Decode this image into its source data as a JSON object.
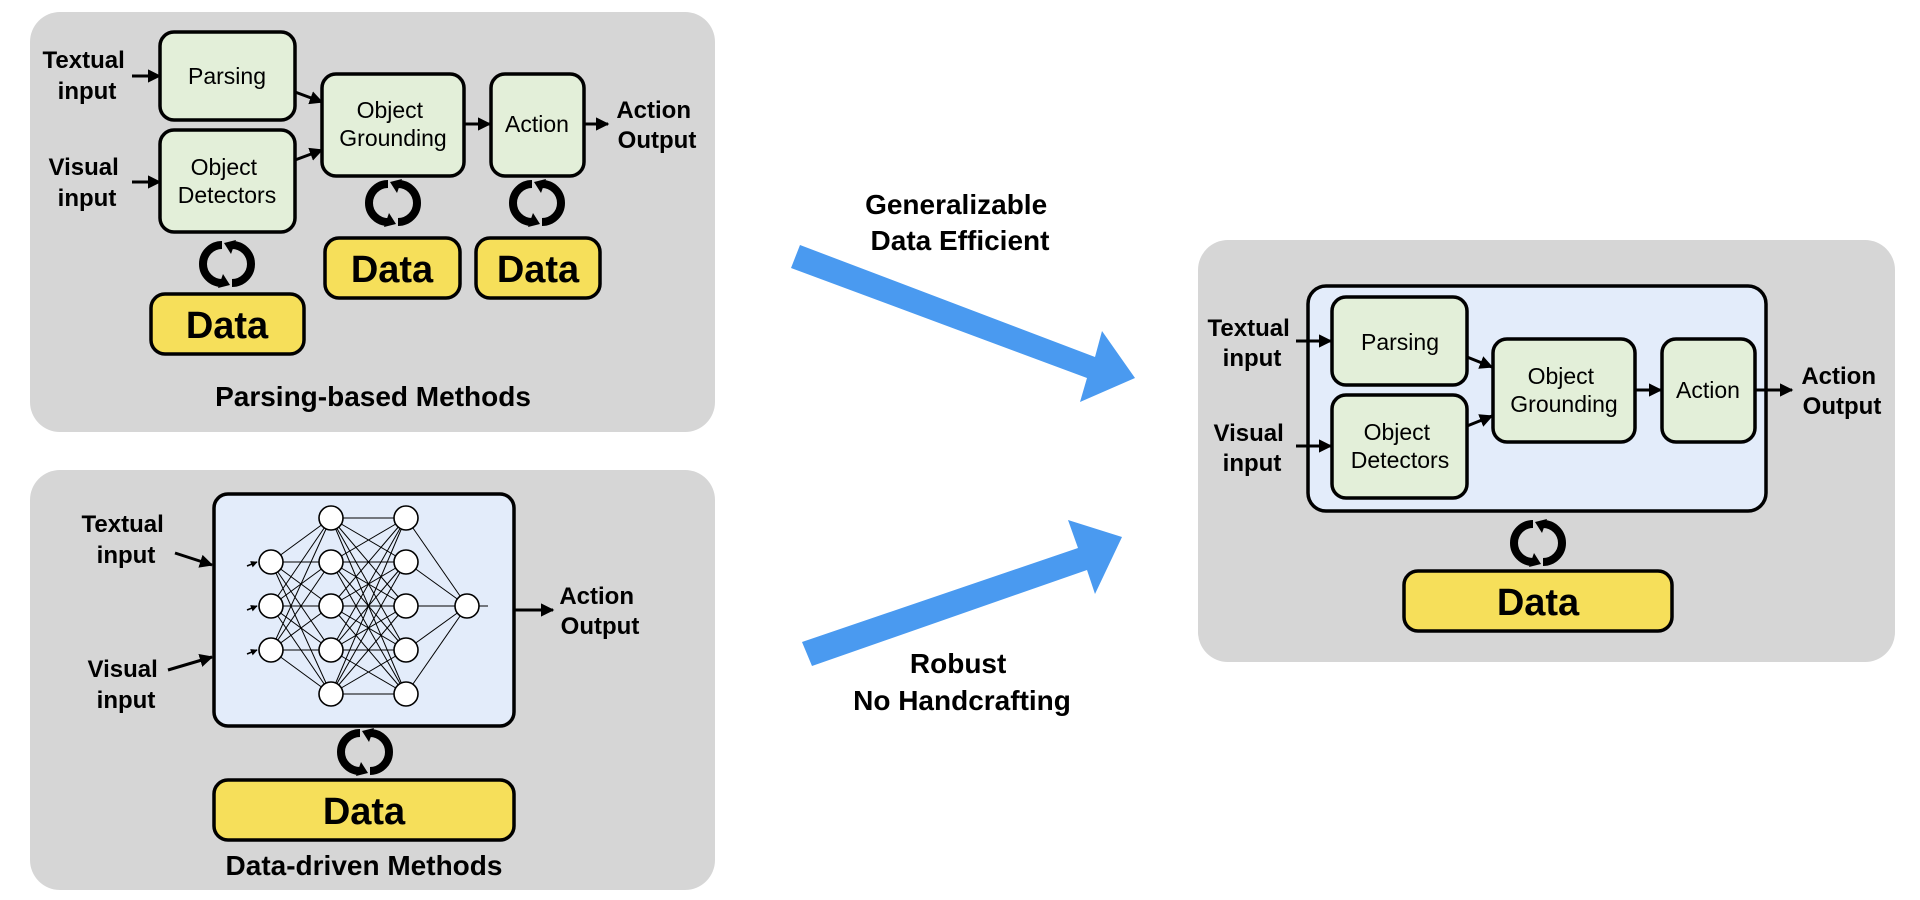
{
  "parsing_panel": {
    "title": "Parsing-based Methods",
    "textual_input": [
      "Textual",
      "input"
    ],
    "visual_input": [
      "Visual",
      "input"
    ],
    "parsing": [
      "Parsing"
    ],
    "object_detectors": [
      "Object",
      "Detectors"
    ],
    "object_grounding": [
      "Object",
      "Grounding"
    ],
    "action": [
      "Action"
    ],
    "action_output": [
      "Action",
      "Output"
    ],
    "data_label": "Data"
  },
  "datadriven_panel": {
    "title": "Data-driven Methods",
    "textual_input": [
      "Textual",
      "input"
    ],
    "visual_input": [
      "Visual",
      "input"
    ],
    "action_output": [
      "Action",
      "Output"
    ],
    "data_label": "Data"
  },
  "combined_panel": {
    "textual_input": [
      "Textual",
      "input"
    ],
    "visual_input": [
      "Visual",
      "input"
    ],
    "parsing": [
      "Parsing"
    ],
    "object_detectors": [
      "Object",
      "Detectors"
    ],
    "object_grounding": [
      "Object",
      "Grounding"
    ],
    "action": [
      "Action"
    ],
    "action_output": [
      "Action",
      "Output"
    ],
    "data_label": "Data"
  },
  "top_arrow_label": [
    "Generalizable",
    "Data Efficient"
  ],
  "bottom_arrow_label": [
    "Robust",
    "No Handcrafting"
  ],
  "colors": {
    "panel_bg": "#d6d6d6",
    "module_fill": "#e3efd9",
    "data_fill": "#f6df5a",
    "network_fill": "#e3ecfa",
    "arrow_blue": "#4a9af0"
  }
}
